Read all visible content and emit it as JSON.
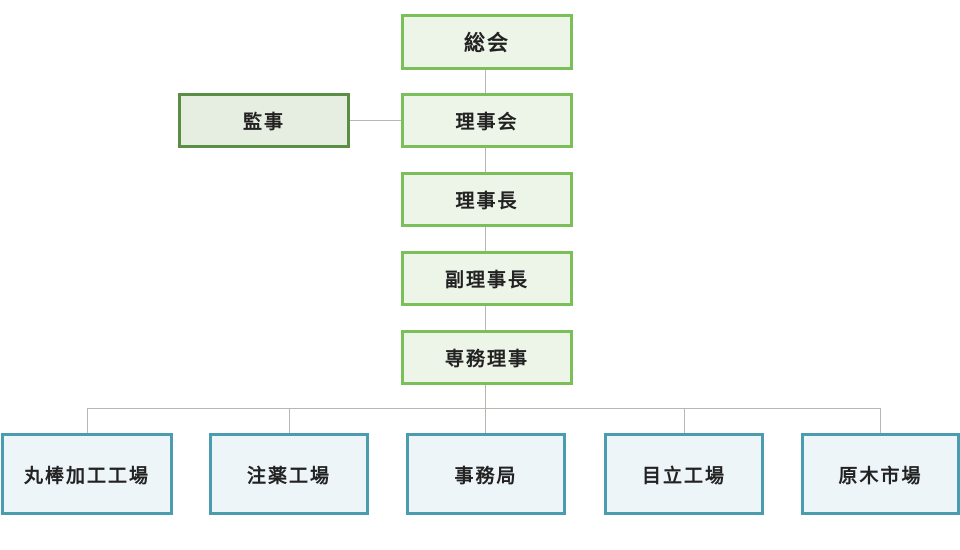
{
  "colors": {
    "main_fill": "#edf5e9",
    "main_border": "#7bbf58",
    "audit_fill": "#e6eee2",
    "audit_border": "#5b8e45",
    "dept_fill": "#eef5f8",
    "dept_border": "#4b9cae",
    "connector": "#b7b7b1"
  },
  "hierarchy": {
    "general_meeting": "総会",
    "board": "理事会",
    "auditor": "監事",
    "chairman": "理事長",
    "vice_chairman": "副理事長",
    "executive_director": "専務理事"
  },
  "departments": [
    "丸棒加工工場",
    "注薬工場",
    "事務局",
    "目立工場",
    "原木市場"
  ]
}
